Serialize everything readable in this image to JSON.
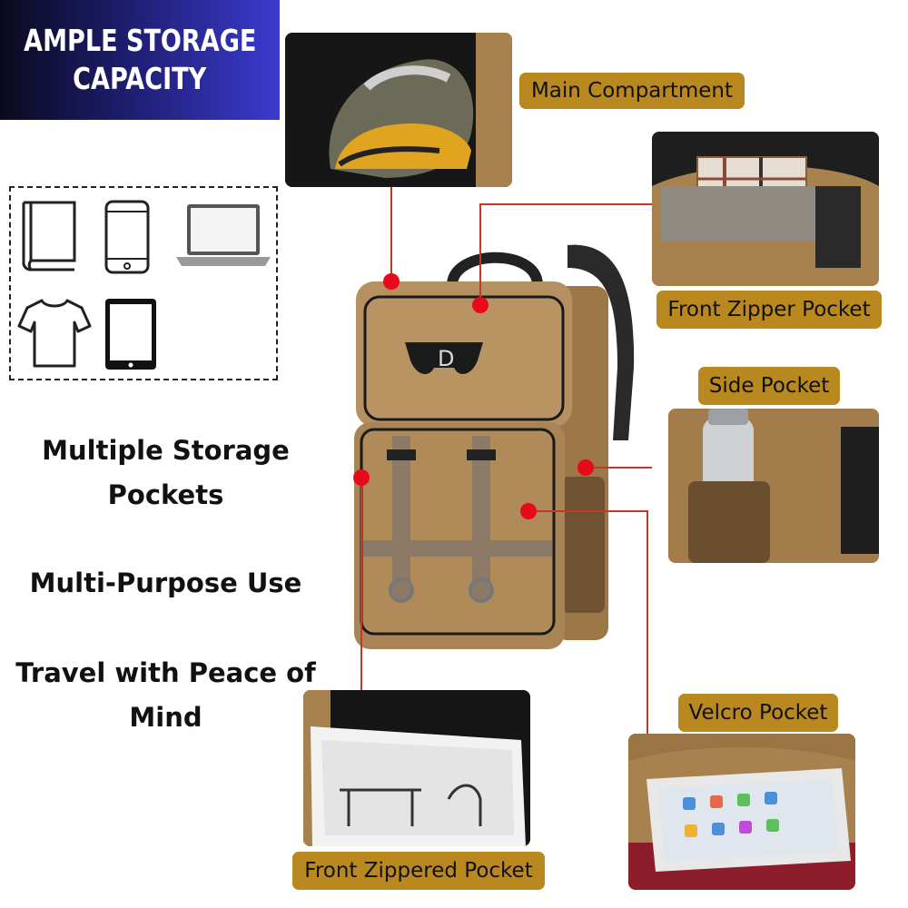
{
  "banner": {
    "line1": "AMPLE STORAGE",
    "line2": "CAPACITY"
  },
  "icons": [
    "book-icon",
    "phone-icon",
    "laptop-icon",
    "tshirt-icon",
    "tablet-icon"
  ],
  "features": [
    "Multiple Storage",
    "Pockets",
    "Multi-Purpose Use",
    "Travel with Peace of",
    "Mind"
  ],
  "labels": {
    "main_compartment": "Main Compartment",
    "front_zipper_pocket": "Front Zipper Pocket",
    "side_pocket": "Side Pocket",
    "velcro_pocket": "Velcro Pocket",
    "front_zippered_pocket": "Front Zippered Pocket"
  },
  "colors": {
    "label_bg": "#b9891f",
    "pointer": "#e8091a",
    "banner_start": "#0a0a1e",
    "banner_end": "#3a3acf",
    "backpack": "#b08a54"
  }
}
